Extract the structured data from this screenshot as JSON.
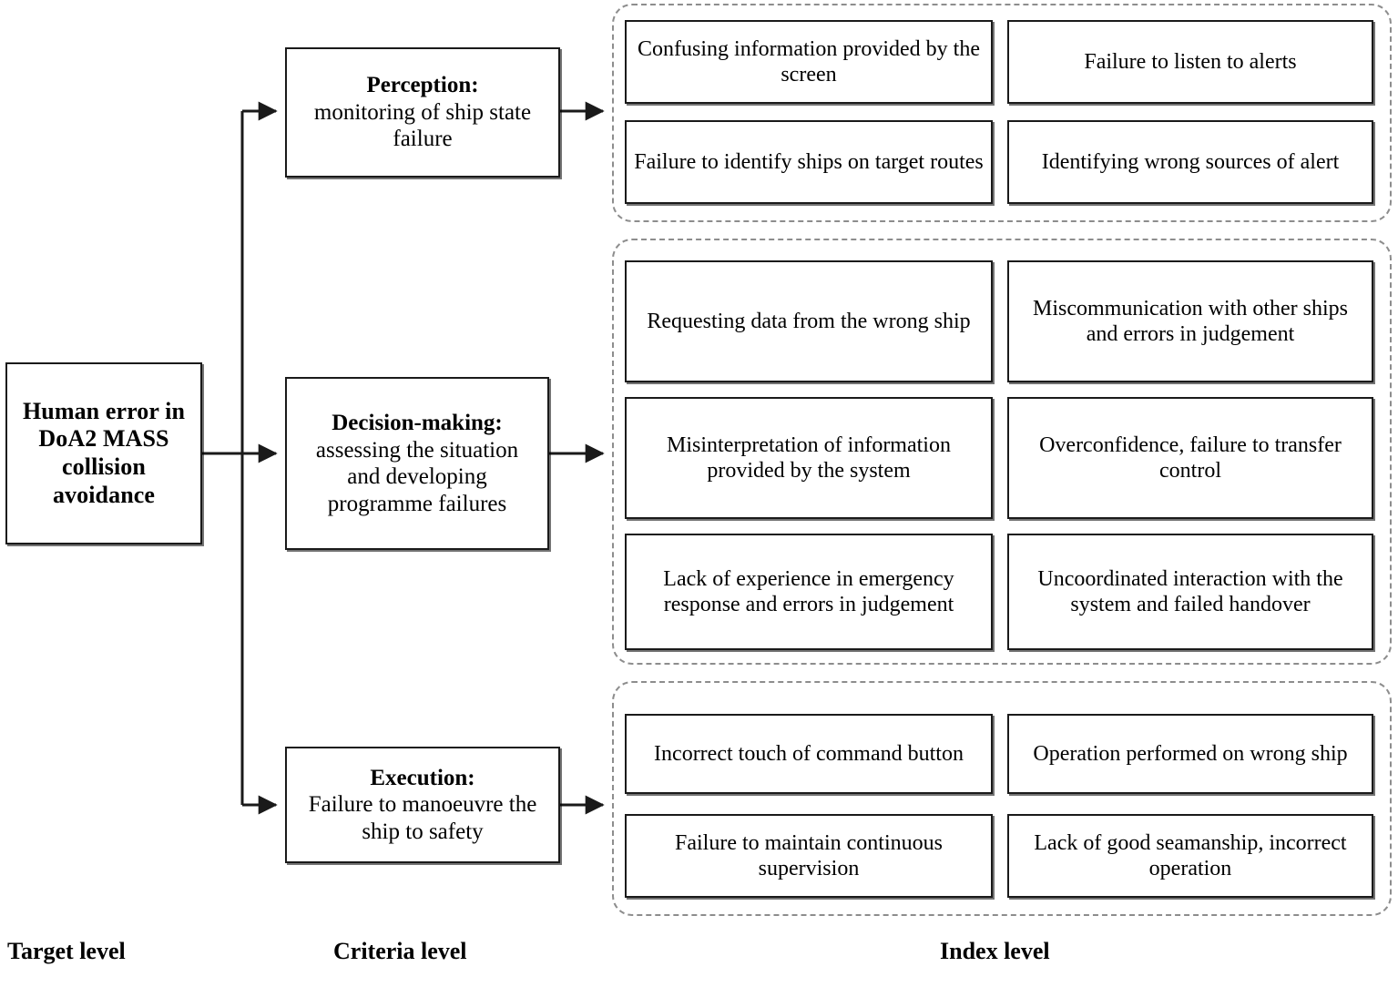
{
  "diagram": {
    "title": "Human error in DoA2 MASS collision avoidance hierarchy",
    "levels": [
      {
        "key": "target",
        "label": "Target level"
      },
      {
        "key": "criteria",
        "label": "Criteria level"
      },
      {
        "key": "index",
        "label": "Index level"
      }
    ],
    "target": {
      "text": "Human error in DoA2 MASS collision avoidance",
      "lines": [
        "Human error",
        "in DoA2",
        "MASS",
        "collision",
        "avoidance"
      ]
    },
    "criteria": [
      {
        "id": "perception",
        "heading": "Perception:",
        "body": "monitoring of ship state failure",
        "indexes": [
          "Confusing information provided by the screen",
          "Failure to listen to alerts",
          "Failure to identify ships on target routes",
          "Identifying wrong sources of alert"
        ]
      },
      {
        "id": "decision-making",
        "heading": "Decision-making:",
        "body": "assessing the situation and developing programme failures",
        "indexes": [
          "Requesting data from the wrong ship",
          "Miscommunication with other ships and errors in judgement",
          "Misinterpretation of information provided by the system",
          "Overconfidence, failure to transfer control",
          "Lack of experience in emergency response and errors in judgement",
          "Uncoordinated interaction with the system and failed handover"
        ]
      },
      {
        "id": "execution",
        "heading": "Execution:",
        "body": "Failure to manoeuvre the ship to safety",
        "indexes": [
          "Incorrect touch of command button",
          "Operation performed on wrong ship",
          "Failure to maintain continuous supervision",
          "Lack of good seamanship, incorrect operation"
        ]
      }
    ],
    "colors": {
      "line": "#1a1a1a",
      "box_border": "#1a1a1a",
      "group_border": "#8d8d8d",
      "background": "#ffffff",
      "text": "#000000"
    }
  }
}
